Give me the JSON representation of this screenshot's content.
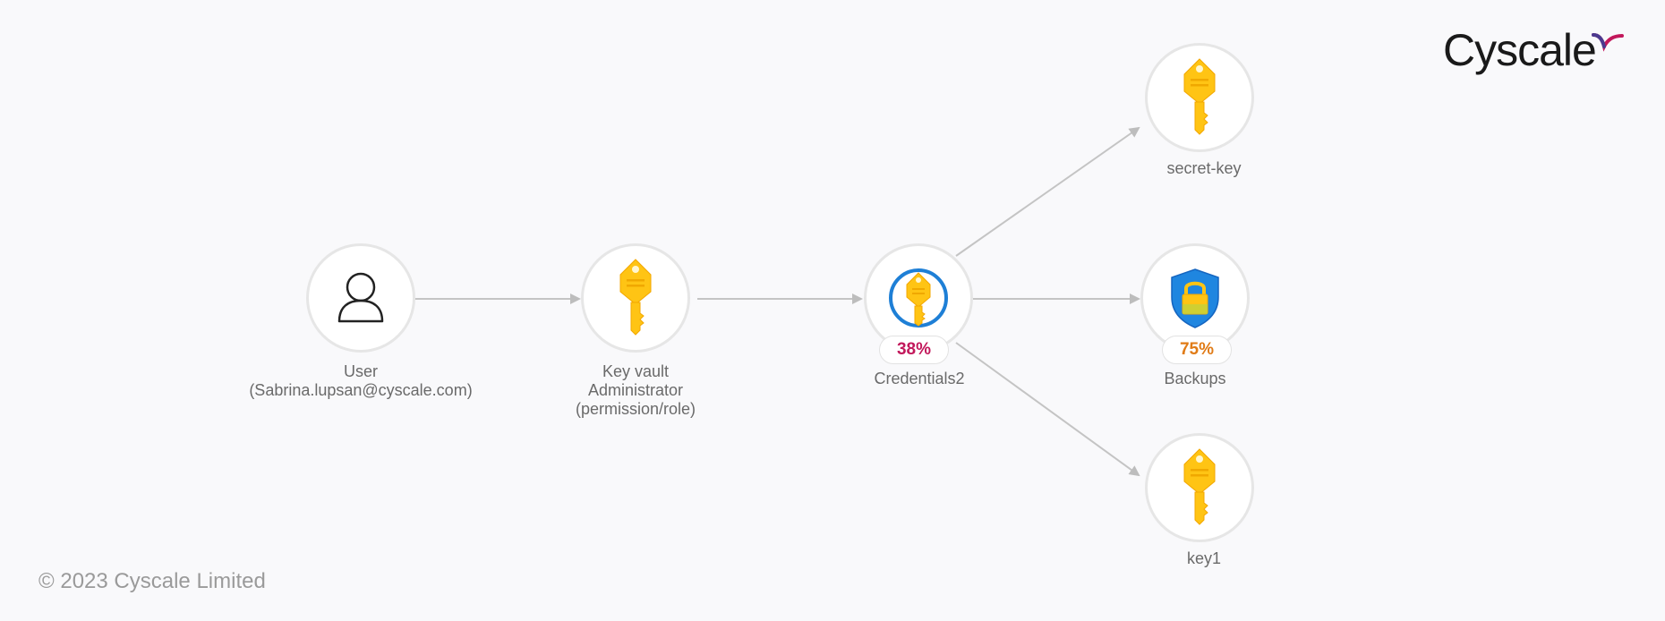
{
  "brand": {
    "name": "Cyscale",
    "accent": "#c2185b"
  },
  "footer": {
    "copyright": "© 2023 Cyscale Limited"
  },
  "colors": {
    "edge": "#c4c4c4",
    "node_border": "#e6e6e6",
    "label": "#6a6a6a"
  },
  "nodes": [
    {
      "id": "user",
      "icon": "user-icon",
      "lines": [
        "User",
        "(Sabrina.lupsan@cyscale.com)"
      ]
    },
    {
      "id": "role",
      "icon": "key-icon",
      "lines": [
        "Key vault",
        "Administrator",
        "(permission/role)"
      ]
    },
    {
      "id": "credentials2",
      "icon": "key-vault-icon",
      "lines": [
        "Credentials2"
      ],
      "badge": {
        "text": "38%",
        "color": "#c2185b"
      }
    },
    {
      "id": "secret-key",
      "icon": "key-icon",
      "lines": [
        "secret-key"
      ]
    },
    {
      "id": "backups",
      "icon": "shield-lock-icon",
      "lines": [
        "Backups"
      ],
      "badge": {
        "text": "75%",
        "color": "#e07b16"
      }
    },
    {
      "id": "key1",
      "icon": "key-icon",
      "lines": [
        "key1"
      ]
    }
  ],
  "edges": [
    {
      "from": "user",
      "to": "role"
    },
    {
      "from": "role",
      "to": "credentials2"
    },
    {
      "from": "credentials2",
      "to": "secret-key"
    },
    {
      "from": "credentials2",
      "to": "backups"
    },
    {
      "from": "credentials2",
      "to": "key1"
    }
  ]
}
